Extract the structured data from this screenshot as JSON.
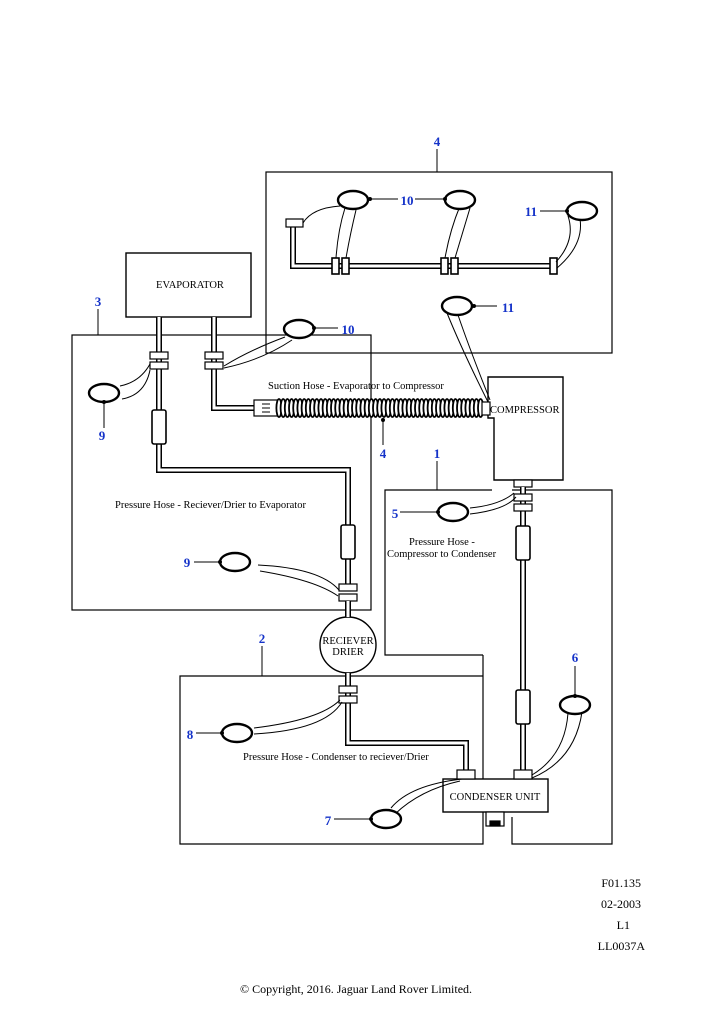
{
  "components": {
    "evaporator": "EVAPORATOR",
    "compressor": "COMPRESSOR",
    "receiver_drier_line1": "RECIEVER",
    "receiver_drier_line2": "DRIER",
    "condenser": "CONDENSER UNIT"
  },
  "hoses": {
    "suction": "Suction Hose - Evaporator to Compressor",
    "pressure_receiver_evaporator": "Pressure Hose - Reciever/Drier to Evaporator",
    "pressure_compressor_condenser_line1": "Pressure Hose -",
    "pressure_compressor_condenser_line2": "Compressor to Condenser",
    "pressure_condenser_receiver": "Pressure Hose - Condenser to reciever/Drier"
  },
  "callouts": {
    "c1": "1",
    "c2": "2",
    "c3": "3",
    "c4_box": "4",
    "c4_hose": "4",
    "c5": "5",
    "c6": "6",
    "c7": "7",
    "c8": "8",
    "c9_top": "9",
    "c9_bottom": "9",
    "c10_top": "10",
    "c10_mid": "10",
    "c11_top": "11",
    "c11_mid": "11"
  },
  "reference": {
    "figure": "F01.135",
    "date": "02-2003",
    "level": "L1",
    "code": "LL0037A"
  },
  "copyright": "© Copyright, 2016. Jaguar Land Rover Limited.",
  "colors": {
    "callout": "#1533c9",
    "line": "#000000"
  }
}
